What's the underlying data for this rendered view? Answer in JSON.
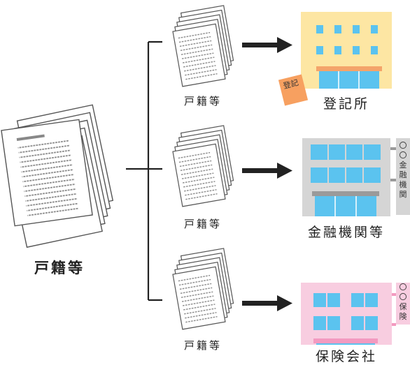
{
  "colors": {
    "line": "#222222",
    "paper_stroke": "#555555",
    "text_lines": "#888888",
    "registry_building": "#fde6a3",
    "registry_roof_band": "#f4a46a",
    "registry_stamp": "#f7a060",
    "bank_building": "#d5d5d5",
    "bank_band": "#9a9a9a",
    "insurance_building": "#f8cde0",
    "insurance_band": "#f39ac0",
    "window": "#5bc3ef"
  },
  "source": {
    "label": "戸籍等",
    "icon": "document-stack-icon"
  },
  "branches": [
    {
      "doc_label": "戸籍等",
      "destination_label": "登記所",
      "stamp_text": "登記",
      "icon": "registry-office-building-icon"
    },
    {
      "doc_label": "戸籍等",
      "destination_label": "金融機関等",
      "side_tag": "〇〇金融機関",
      "icon": "bank-building-icon"
    },
    {
      "doc_label": "戸籍等",
      "destination_label": "保険会社",
      "side_tag": "〇〇保険",
      "icon": "insurance-company-building-icon"
    }
  ]
}
